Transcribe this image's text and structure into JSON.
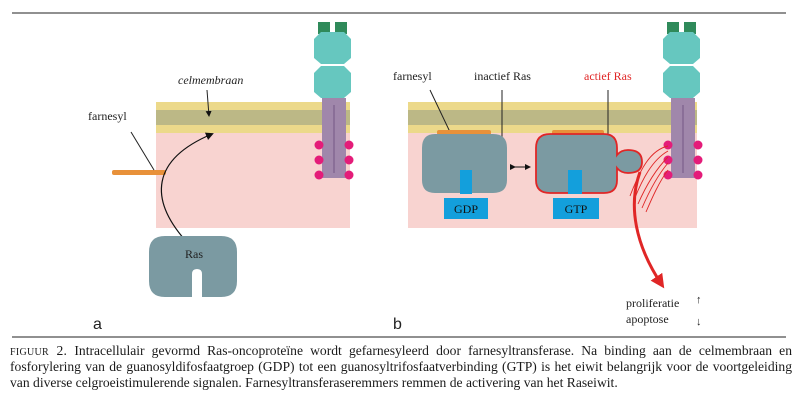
{
  "panel_a": {
    "letter": "a",
    "membrane_label": "celmembraan",
    "farnesyl_label": "farnesyl",
    "ras_label": "Ras"
  },
  "panel_b": {
    "letter": "b",
    "farnesyl_label": "farnesyl",
    "inactive_label": "inactief Ras",
    "active_label": "actief Ras",
    "gdp_label": "GDP",
    "gtp_label": "GTP",
    "outcome_1": "proliferatie",
    "outcome_2": "apoptose"
  },
  "caption": {
    "lead": "figuur 2.",
    "text": " Intracellulair gevormd Ras-oncoproteïne wordt gefarnesyleerd door farnesyltransferase. Na binding aan de celmembraan en fosforylering van de guanosyldifosfaatgroep (GDP) tot een guanosyltrifosfaatverbinding (GTP) is het eiwit belangrijk voor de voortgeleiding van diverse celgroeistimulerende signalen. Farnesyltransferaseremmers remmen de activering van het Raseiwit."
  },
  "colors": {
    "membrane_outer": "#ecd98a",
    "membrane_core": "#bcb886",
    "cytoplasm": "#f8d3d0",
    "ras_protein": "#7b9aa2",
    "farnesyl": "#e8913a",
    "nucleotide": "#139fdc",
    "active_outline": "#e02626",
    "receptor_extra": "#66c7bf",
    "receptor_cap": "#2f8a5a",
    "receptor_tm": "#a087ab",
    "phospho": "#e41c79"
  }
}
